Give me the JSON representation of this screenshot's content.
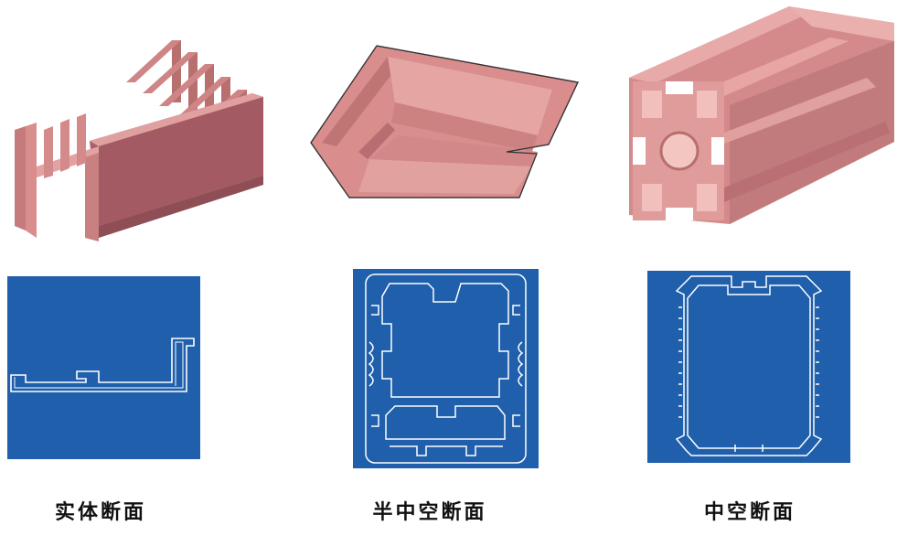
{
  "captions": {
    "solid": "实体断面",
    "semi_hollow": "半中空断面",
    "hollow": "中空断面"
  },
  "colors": {
    "profile_face": "#d98d8d",
    "profile_dark": "#9e5a5e",
    "profile_light": "#e9a8a6",
    "section_bg": "#1f5fab",
    "section_line": "#ffffff"
  }
}
